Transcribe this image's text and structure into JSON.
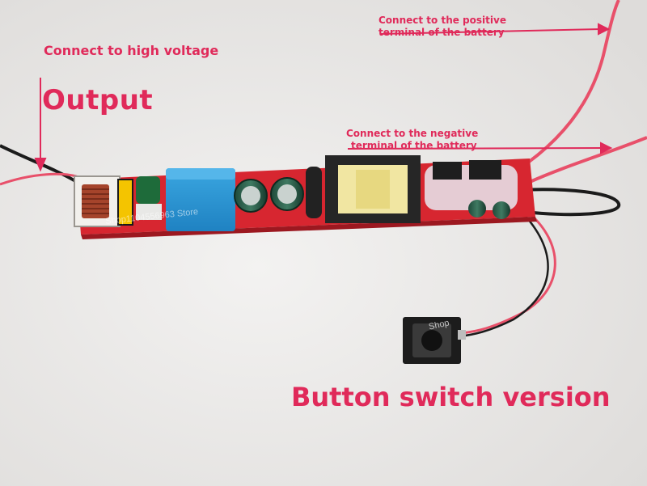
{
  "labels": {
    "high_voltage": "Connect to high voltage",
    "output": "Output",
    "positive_line1": "Connect to the positive",
    "positive_line2": "terminal of the battery",
    "negative_line1": "Connect to the negative",
    "negative_line2": "terminal of the battery",
    "button_version": "Button switch version"
  },
  "watermarks": {
    "store": "Shop1104556963 Store",
    "shop": "Shop"
  },
  "colors": {
    "annotation": "#e02a5a",
    "pcb": "#d72630",
    "wire_red": "#e8506a",
    "wire_black": "#1b1b1b",
    "background": "#ecebea"
  }
}
